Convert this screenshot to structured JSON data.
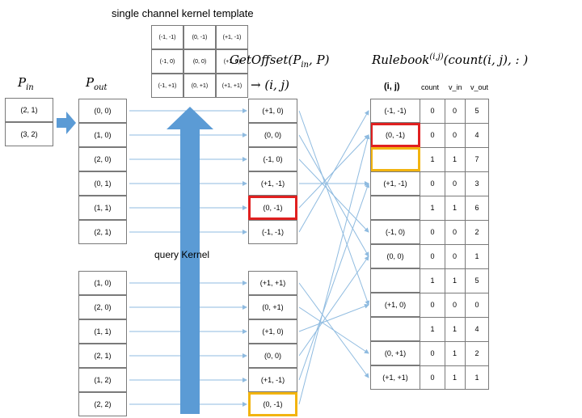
{
  "template_title": "single channel kernel template",
  "template_rows": [
    [
      "(-1, -1)",
      "(0, -1)",
      "(+1, -1)"
    ],
    [
      "(-1, 0)",
      "(0, 0)",
      "(+1, 0)"
    ],
    [
      "(-1, +1)",
      "(0, +1)",
      "(+1, +1)"
    ]
  ],
  "p_in": {
    "symbol": "P",
    "sub": "in",
    "cells": [
      "(2, 1)",
      "(3, 2)"
    ]
  },
  "p_out": {
    "symbol": "P",
    "sub": "out"
  },
  "p_out_top": [
    "(0, 0)",
    "(1, 0)",
    "(2, 0)",
    "(0, 1)",
    "(1, 1)",
    "(2, 1)"
  ],
  "p_out_bottom": [
    "(1, 0)",
    "(2, 0)",
    "(1, 1)",
    "(2, 1)",
    "(1, 2)",
    "(2, 2)"
  ],
  "getoffset": {
    "fn": "GetOffset",
    "args": "P",
    "args_sub": "in",
    "args_end": ", P)",
    "arrow": "→ (i, j)"
  },
  "offsets_top": [
    "(+1, 0)",
    "(0, 0)",
    "(-1, 0)",
    "(+1, -1)",
    "(0, -1)",
    "(-1, -1)"
  ],
  "offsets_bottom": [
    "(+1, +1)",
    "(0, +1)",
    "(+1, 0)",
    "(0, 0)",
    "(+1, -1)",
    "(0, -1)"
  ],
  "query_label": "query Kernel",
  "rulebook": {
    "title_pre": "Rulebook",
    "title_sup": "(i,j)",
    "title_post": "(count(i, j), : )",
    "headers": {
      "ij": "(i, j)",
      "count": "count",
      "v_in": "v_in",
      "v_out": "v_out"
    },
    "rows": [
      {
        "ij": "(-1, -1)",
        "count": "0",
        "v_in": "0",
        "v_out": "5"
      },
      {
        "ij": "(0, -1)",
        "count": "0",
        "v_in": "0",
        "v_out": "4"
      },
      {
        "ij": "",
        "count": "1",
        "v_in": "1",
        "v_out": "7"
      },
      {
        "ij": "(+1, -1)",
        "count": "0",
        "v_in": "0",
        "v_out": "3"
      },
      {
        "ij": "",
        "count": "1",
        "v_in": "1",
        "v_out": "6"
      },
      {
        "ij": "(-1, 0)",
        "count": "0",
        "v_in": "0",
        "v_out": "2"
      },
      {
        "ij": "(0, 0)",
        "count": "0",
        "v_in": "0",
        "v_out": "1"
      },
      {
        "ij": "",
        "count": "1",
        "v_in": "1",
        "v_out": "5"
      },
      {
        "ij": "(+1, 0)",
        "count": "0",
        "v_in": "0",
        "v_out": "0"
      },
      {
        "ij": "",
        "count": "1",
        "v_in": "1",
        "v_out": "4"
      },
      {
        "ij": "(0, +1)",
        "count": "0",
        "v_in": "1",
        "v_out": "2"
      },
      {
        "ij": "(+1, +1)",
        "count": "0",
        "v_in": "1",
        "v_out": "1"
      }
    ]
  },
  "colors": {
    "arrow_blue": "#5b9bd5",
    "line_blue": "#8fbbe0",
    "highlight_red": "#e02020",
    "highlight_yellow": "#f2b410"
  }
}
